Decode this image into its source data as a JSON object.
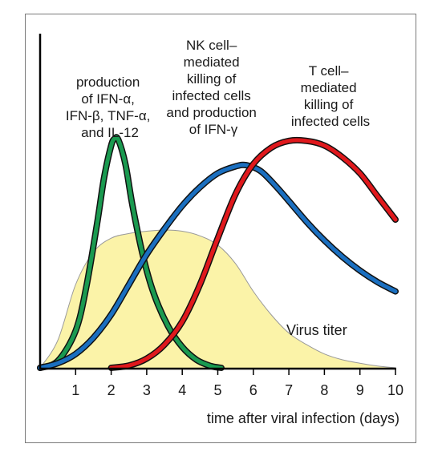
{
  "chart_data": {
    "type": "line",
    "xlabel": "time after viral infection (days)",
    "x_ticks": [
      "1",
      "2",
      "3",
      "4",
      "5",
      "6",
      "7",
      "8",
      "9",
      "10"
    ],
    "xlim": [
      0,
      10
    ],
    "ylim": [
      0,
      1
    ],
    "axis_color": "#000000",
    "series": [
      {
        "id": "virus",
        "kind": "area",
        "label_lines": [
          "Virus titer"
        ],
        "fill": "#fbf3a8",
        "stroke": "#9a9a9a",
        "x": [
          0,
          0.5,
          1,
          1.5,
          2,
          2.5,
          3,
          3.5,
          4,
          4.5,
          5,
          5.5,
          6,
          6.5,
          7,
          7.5,
          8,
          8.5,
          9,
          9.5,
          10
        ],
        "y": [
          0,
          0.12,
          0.36,
          0.5,
          0.56,
          0.58,
          0.59,
          0.595,
          0.59,
          0.57,
          0.53,
          0.45,
          0.33,
          0.23,
          0.15,
          0.1,
          0.06,
          0.035,
          0.02,
          0.008,
          0
        ]
      },
      {
        "id": "cytokines",
        "kind": "line",
        "label_lines": [
          "production",
          "of IFN-α,",
          "IFN-β, TNF-α,",
          "and IL-12"
        ],
        "color": "#1a9a50",
        "x": [
          0,
          0.5,
          1,
          1.3,
          1.6,
          1.8,
          2,
          2.1,
          2.2,
          2.4,
          2.6,
          2.9,
          3.2,
          3.6,
          4,
          4.4,
          4.8,
          5.1
        ],
        "y": [
          0,
          0.03,
          0.16,
          0.35,
          0.62,
          0.82,
          0.96,
          0.99,
          0.985,
          0.88,
          0.7,
          0.48,
          0.32,
          0.18,
          0.09,
          0.035,
          0.008,
          0
        ]
      },
      {
        "id": "nk",
        "kind": "line",
        "label_lines": [
          "NK cell–",
          "mediated",
          "killing of",
          "infected cells",
          "and production",
          "of IFN-γ"
        ],
        "color": "#1a6fc0",
        "x": [
          0,
          0.5,
          1,
          1.5,
          2,
          2.5,
          3,
          3.5,
          4,
          4.5,
          5,
          5.5,
          5.8,
          6.2,
          6.6,
          7,
          7.5,
          8,
          8.5,
          9,
          9.5,
          10
        ],
        "y": [
          0,
          0.02,
          0.06,
          0.13,
          0.23,
          0.36,
          0.49,
          0.6,
          0.7,
          0.78,
          0.84,
          0.87,
          0.875,
          0.85,
          0.79,
          0.72,
          0.63,
          0.55,
          0.48,
          0.42,
          0.37,
          0.33
        ]
      },
      {
        "id": "tcell",
        "kind": "line",
        "label_lines": [
          "T cell–",
          "mediated",
          "killing of",
          "infected cells"
        ],
        "color": "#e0181c",
        "x": [
          2,
          2.5,
          3,
          3.5,
          4,
          4.5,
          5,
          5.5,
          6,
          6.5,
          7,
          7.5,
          8,
          8.5,
          9,
          9.5,
          10
        ],
        "y": [
          0,
          0.01,
          0.04,
          0.1,
          0.2,
          0.36,
          0.56,
          0.75,
          0.88,
          0.95,
          0.98,
          0.98,
          0.96,
          0.91,
          0.84,
          0.74,
          0.64
        ]
      }
    ]
  }
}
